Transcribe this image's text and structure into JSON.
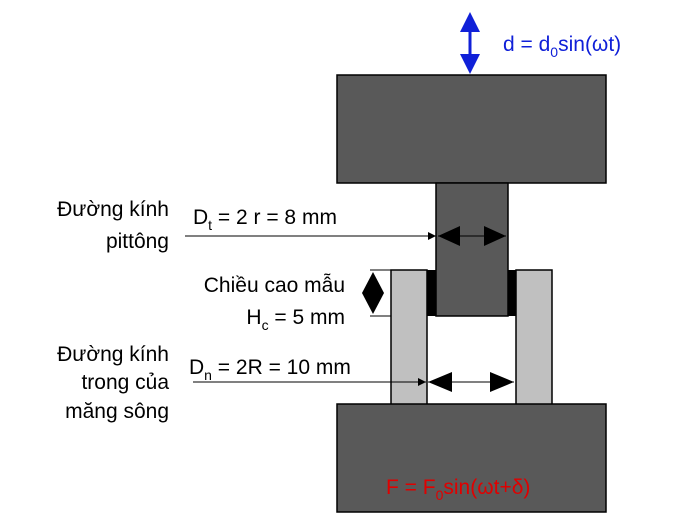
{
  "displacement": {
    "pre": "d = d",
    "sub": "0",
    "post": "sin(ωt)"
  },
  "piston_diameter": {
    "label_line1": "Đường kính",
    "label_line2": "pittông",
    "pre": "D",
    "sub": "t",
    "post": " = 2 r = 8 mm"
  },
  "sample_height": {
    "label": "Chiều cao mẫu",
    "pre": "H",
    "sub": "c",
    "post": " = 5 mm"
  },
  "sleeve_diameter": {
    "label_line1": "Đường kính",
    "label_line2": "trong của",
    "label_line3": "măng sông",
    "pre": "D",
    "sub": "n",
    "post": " = 2R = 10 mm"
  },
  "force": {
    "pre": "F = F",
    "sub": "0",
    "post": "sin(ωt+δ)"
  },
  "colors": {
    "block": "#595959",
    "sleeve": "#c0c0c0",
    "sample": "#000000",
    "displacement_text": "#1020d8",
    "force_text": "#e00000"
  }
}
